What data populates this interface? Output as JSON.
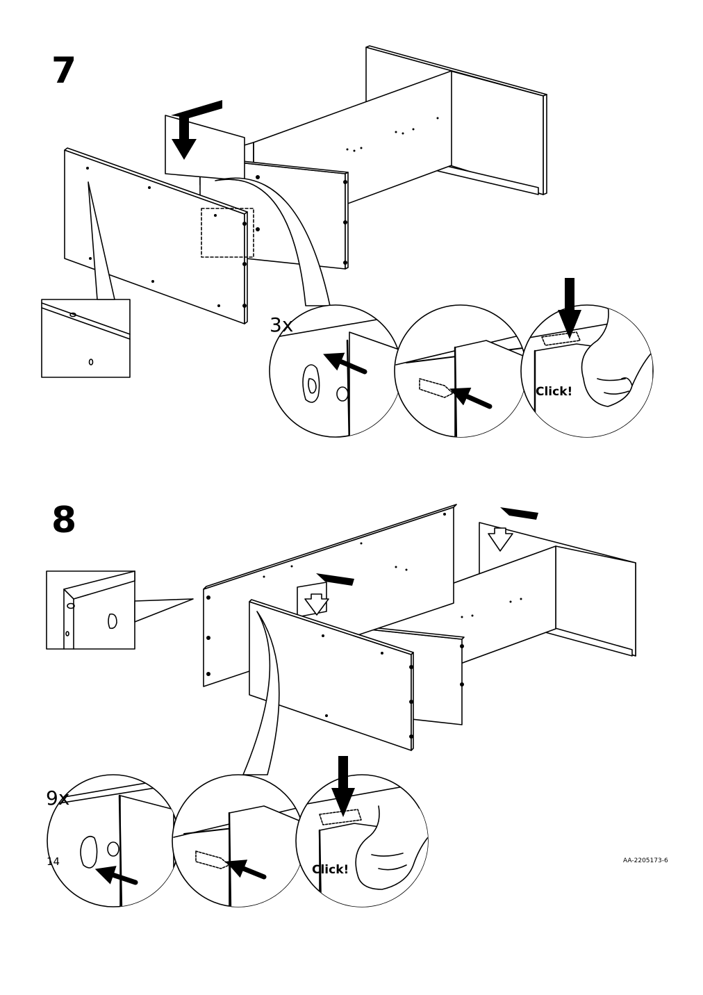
{
  "step7": {
    "number": "7",
    "quantity": "3x",
    "click_label": "Click!"
  },
  "step8": {
    "number": "8",
    "quantity": "9x",
    "click_label": "Click!"
  },
  "footer": {
    "page_number": "14",
    "document_code": "AA-2205173-6"
  }
}
